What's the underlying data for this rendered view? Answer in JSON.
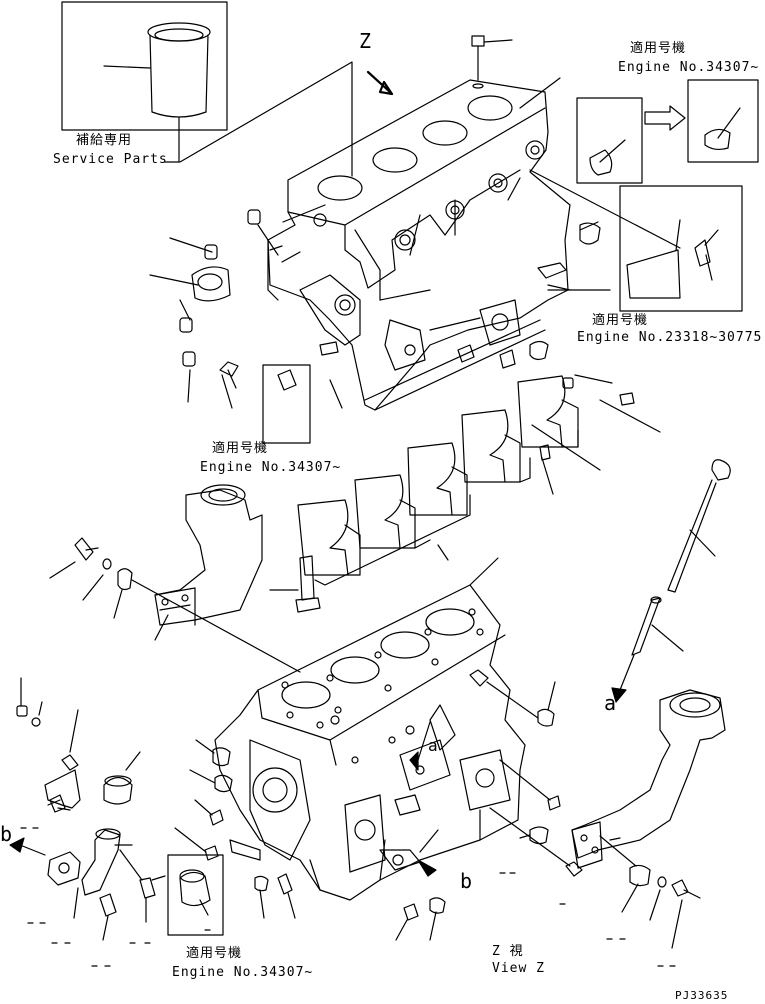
{
  "labels": {
    "service_jp": "補給専用",
    "service_en": "Service Parts",
    "z_top": "Z",
    "applicable_top_jp": "適用号機",
    "applicable_top_en": "Engine No.34307~",
    "applicable_mid_jp": "適用号機",
    "applicable_mid_en": "Engine No.23318~30775",
    "applicable_left_jp": "適用号機",
    "applicable_left_en": "Engine No.34307~",
    "applicable_bottom_jp": "適用号機",
    "applicable_bottom_en": "Engine No.34307~",
    "arrow_a_right": "a",
    "arrow_a_mid": "a",
    "arrow_b_left": "b",
    "arrow_b_mid": "b",
    "viewz_jp": "Z 視",
    "viewz_en": "View Z",
    "drawing_code": "PJ33635"
  }
}
